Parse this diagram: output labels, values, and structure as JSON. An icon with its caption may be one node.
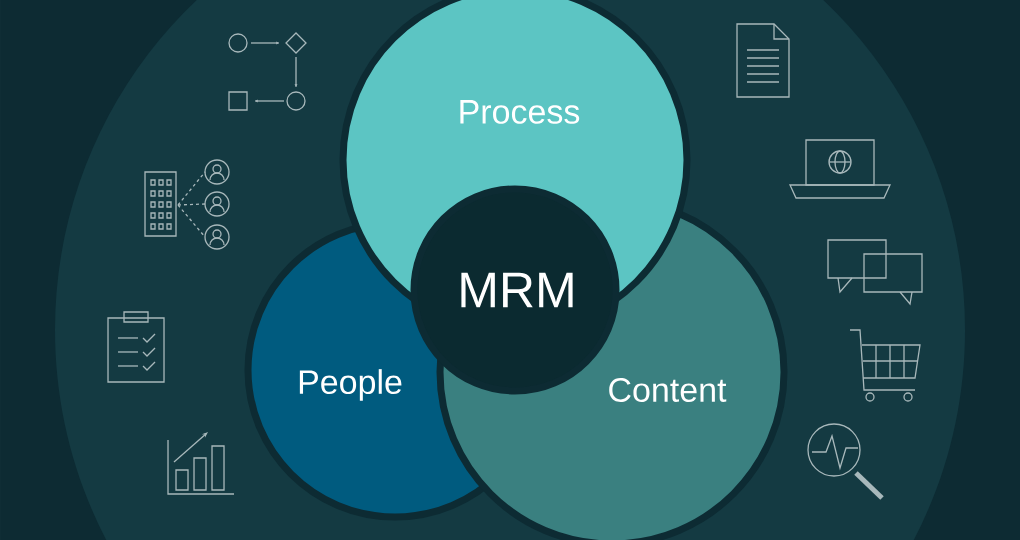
{
  "diagram": {
    "nodes": [
      {
        "text": [
          "Process"
        ]
      },
      {
        "text": [
          "People"
        ]
      },
      {
        "text": [
          "Content"
        ]
      },
      {
        "text": [
          "MRM"
        ]
      }
    ]
  }
}
